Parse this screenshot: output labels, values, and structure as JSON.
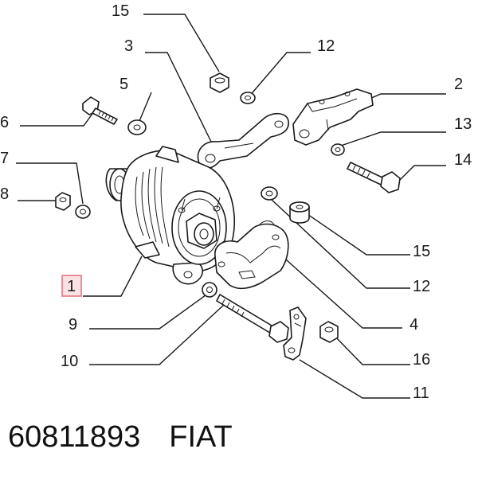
{
  "callouts": {
    "c15a": "15",
    "c3": "3",
    "c12a": "12",
    "c5": "5",
    "c2": "2",
    "c6": "6",
    "c13": "13",
    "c7": "7",
    "c14": "14",
    "c8": "8",
    "c15b": "15",
    "c1": "1",
    "c12b": "12",
    "c9": "9",
    "c4": "4",
    "c10": "10",
    "c16": "16",
    "c11": "11"
  },
  "highlight_color": "#e0707a",
  "highlight_fill": "#fbe3e5",
  "footer": {
    "part_number": "60811893",
    "brand": "FIAT"
  }
}
